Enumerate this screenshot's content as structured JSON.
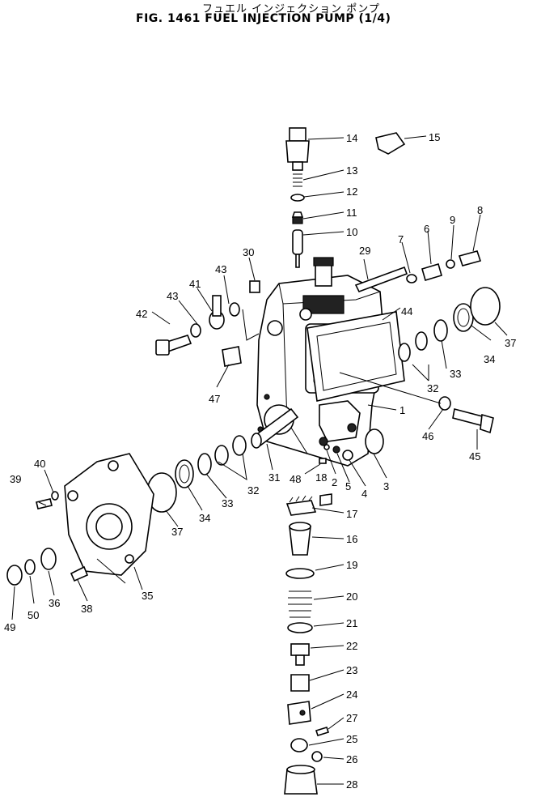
{
  "title": {
    "japanese": "フュエル インジェクション ポンプ",
    "english": "FIG. 1461  FUEL INJECTION PUMP (1/4)"
  },
  "callouts": [
    "1",
    "2",
    "3",
    "4",
    "5",
    "6",
    "7",
    "8",
    "9",
    "10",
    "11",
    "12",
    "13",
    "14",
    "15",
    "16",
    "17",
    "18",
    "19",
    "20",
    "21",
    "22",
    "23",
    "24",
    "25",
    "26",
    "27",
    "28",
    "29",
    "30",
    "31",
    "32",
    "32",
    "33",
    "33",
    "34",
    "34",
    "35",
    "36",
    "37",
    "37",
    "38",
    "39",
    "40",
    "41",
    "42",
    "43",
    "43",
    "44",
    "45",
    "46",
    "47",
    "48",
    "49",
    "50"
  ]
}
